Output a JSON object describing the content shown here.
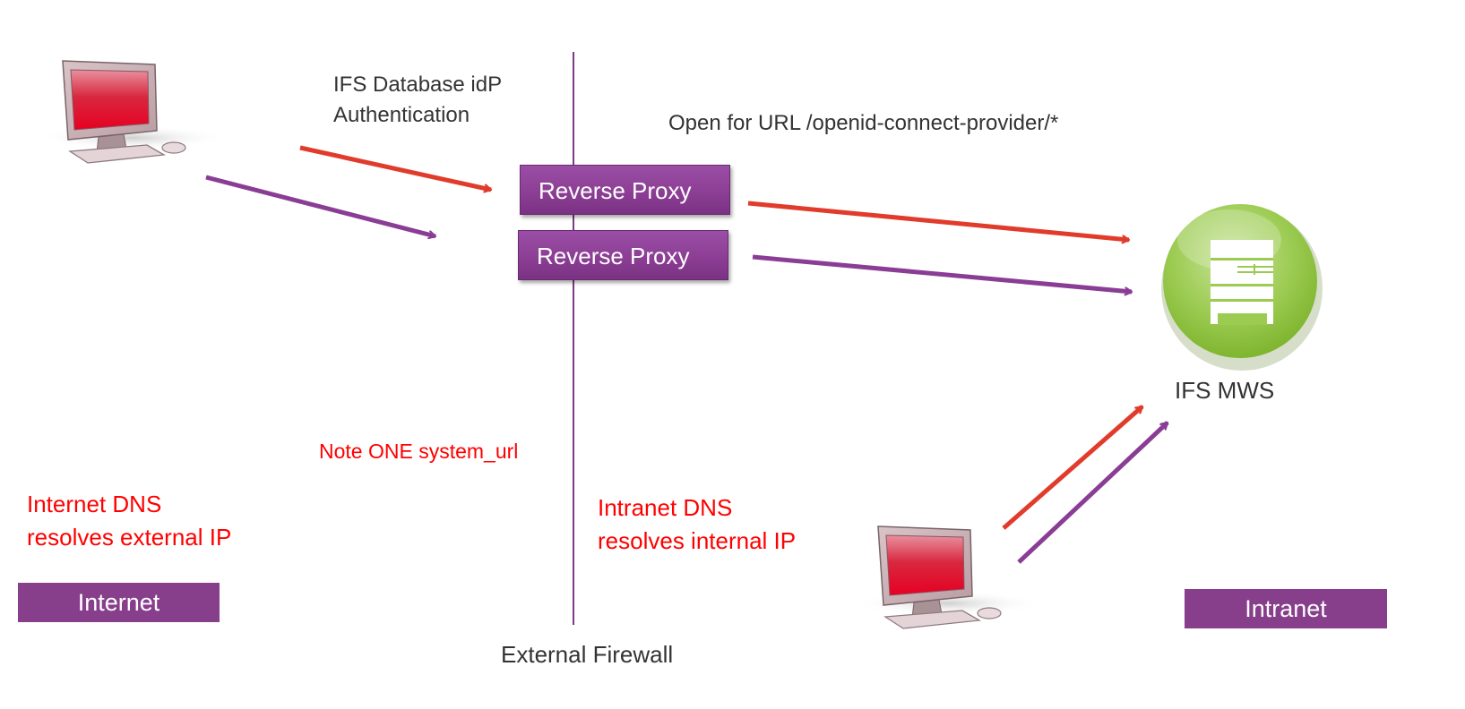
{
  "colors": {
    "accent_purple": "#873e8b",
    "arrow_red": "#e13b2b",
    "arrow_purple": "#8a3d94",
    "note_red": "#ff0000",
    "server_green": "#8dc63f"
  },
  "labels": {
    "idp_line1": "IFS Database idP",
    "idp_line2": "Authentication",
    "open_url": "Open for URL /openid-connect-provider/*",
    "proxy_top": "Reverse Proxy",
    "proxy_bottom": "Reverse Proxy",
    "server_name": "IFS MWS",
    "note": "Note ONE system_url",
    "internet_dns_line1": "Internet DNS",
    "internet_dns_line2": "resolves external IP",
    "intranet_dns_line1": "Intranet DNS",
    "intranet_dns_line2": "resolves internal IP",
    "zone_internet": "Internet",
    "zone_intranet": "Intranet",
    "firewall": "External Firewall"
  },
  "icons": {
    "client_external": "desktop-computer-icon",
    "client_internal": "desktop-computer-icon",
    "server": "server-icon"
  }
}
